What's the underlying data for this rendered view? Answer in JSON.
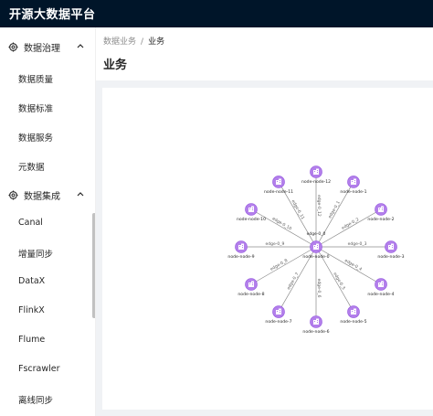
{
  "app": {
    "title": "开源大数据平台"
  },
  "sidebar": {
    "groups": [
      {
        "label": "数据治理",
        "items": [
          "数据质量",
          "数据标准",
          "数据服务",
          "元数据"
        ]
      },
      {
        "label": "数据集成",
        "items": [
          "Canal",
          "增量同步",
          "DataX",
          "FlinkX",
          "Flume",
          "Fscrawler",
          "离线同步"
        ]
      }
    ]
  },
  "breadcrumb": {
    "parent": "数据业务",
    "separator": "/",
    "current": "业务"
  },
  "page": {
    "title": "业务"
  },
  "graph": {
    "center": {
      "label": "node-node-0",
      "edge_label": "edge-0_0"
    },
    "nodes": [
      {
        "label": "node-node-1",
        "edge_label": "edge-0_1"
      },
      {
        "label": "node-node-2",
        "edge_label": "edge-0_2"
      },
      {
        "label": "node-node-3",
        "edge_label": "edge-0_3"
      },
      {
        "label": "node-node-4",
        "edge_label": "edge-0_4"
      },
      {
        "label": "node-node-5",
        "edge_label": "edge-0_5"
      },
      {
        "label": "node-node-6",
        "edge_label": "edge-0_6"
      },
      {
        "label": "node-node-7",
        "edge_label": "edge-0_7"
      },
      {
        "label": "node-node-8",
        "edge_label": "edge-0_8"
      },
      {
        "label": "node-node-9",
        "edge_label": "edge-0_9"
      },
      {
        "label": "node-node-10",
        "edge_label": "edge-0_10"
      },
      {
        "label": "node-node-11",
        "edge_label": "edge-0_11"
      },
      {
        "label": "node-node-12",
        "edge_label": "edge-0_12"
      }
    ],
    "colors": {
      "node": "#b37feb",
      "node_stroke": "#9254de",
      "edge": "#8c8c8c"
    }
  },
  "icons": {
    "group": "settings-icon",
    "chevron": "chevron-up-icon",
    "node": "database-building-icon"
  }
}
